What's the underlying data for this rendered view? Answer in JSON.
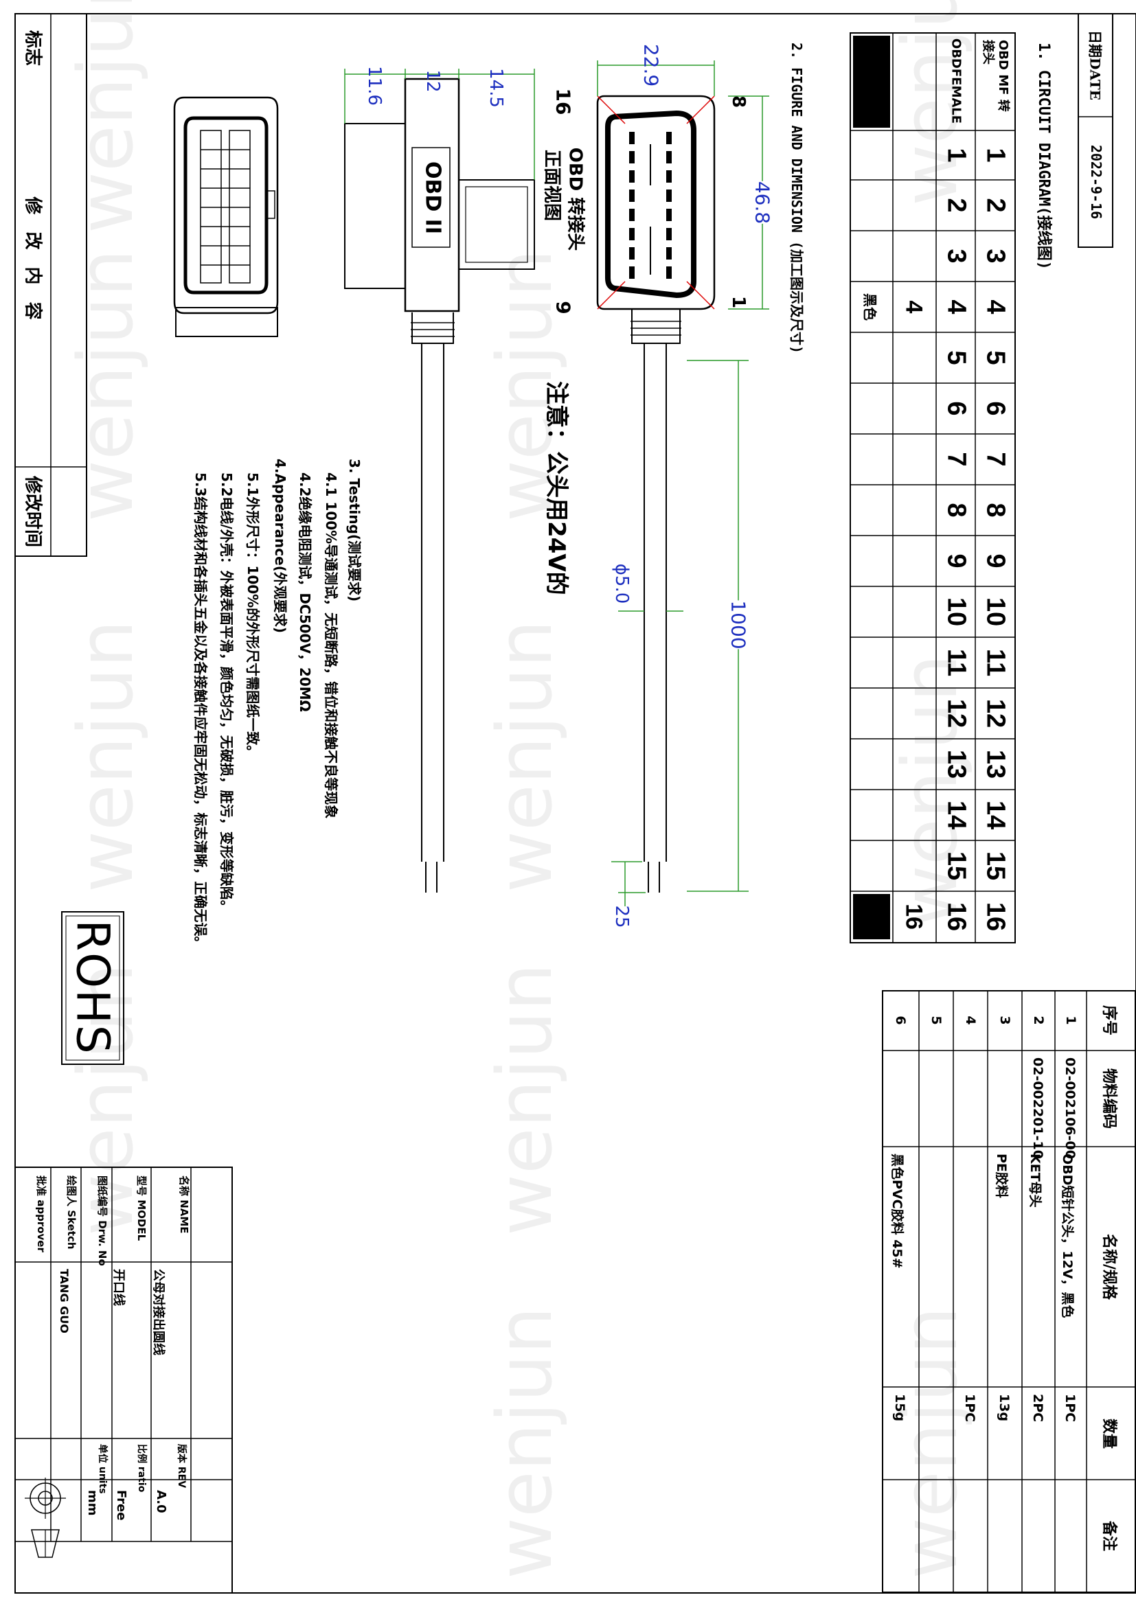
{
  "date_block": {
    "label": "日期DATE",
    "value": "2022-9-16"
  },
  "sections": {
    "circuit": "1. CIRCUIT DIAGRAM(接线图)",
    "figure": "2. FIGURE AND DIMENSION (加工图示及尺寸)",
    "testing": "3. Testing(测试要求)",
    "testing_1": "4.1 100%导通测试，无短断路，错位和接触不良等现象",
    "testing_2": "4.2绝缘电阻测试，DC500V，20MΩ",
    "appearance": "4.Appearance(外观要求)",
    "appearance_1": "5.1外形尺寸：100%的外形尺寸需图纸一致。",
    "appearance_2": "5.2电线/外壳：外被表面平滑，颜色均匀，无破损，脏污，变形等缺陷。",
    "appearance_3": "5.3结构线材和各插头五金以及各接触件应牢固无松动，标志清晰，正确无误。"
  },
  "circuit_table": {
    "row_labels": [
      "OBD MF 转接头",
      "OBDFEMALE",
      ""
    ],
    "male_pins": [
      "1",
      "2",
      "3",
      "4",
      "5",
      "6",
      "7",
      "8",
      "9",
      "10",
      "11",
      "12",
      "13",
      "14",
      "15",
      "16"
    ],
    "female_pins": [
      "1",
      "2",
      "3",
      "4",
      "5",
      "6",
      "7",
      "8",
      "9",
      "10",
      "11",
      "12",
      "13",
      "14",
      "15",
      "16"
    ],
    "wire_pins": [
      "4",
      "16"
    ],
    "color_note": "黑色"
  },
  "dimensions": {
    "width": "22.9",
    "height": "46.8",
    "cable_length": "1000",
    "cable_diameter": "ϕ5.0",
    "strip": "25",
    "side_1": "11.6",
    "side_2": "12",
    "side_3": "14.5",
    "pin_8": "8",
    "pin_1": "1",
    "pin_16": "16",
    "pin_9": "9"
  },
  "connector_text": {
    "label": "OBD II",
    "view_caption_1": "OBD 转接头",
    "view_caption_2": "正面视图",
    "note": "注意：公头用24V的"
  },
  "bom": {
    "headers": [
      "序号",
      "物料编码",
      "名称/规格",
      "数量",
      "备注"
    ],
    "rows": [
      [
        "1",
        "02-002106-00",
        "OBD短针公头，12V，黑色",
        "1PC",
        ""
      ],
      [
        "2",
        "02-002201-10",
        "KET母头",
        "2PC",
        ""
      ],
      [
        "3",
        "",
        "PE胶料",
        "13g",
        ""
      ],
      [
        "4",
        "",
        "",
        "1PC",
        ""
      ],
      [
        "5",
        "",
        "",
        "",
        ""
      ],
      [
        "6",
        "",
        "黑色PVC胶料 45#",
        "15g",
        ""
      ]
    ]
  },
  "revision": {
    "mark": "标志",
    "content": "修 改 内 容",
    "time": "修改时间"
  },
  "rohs": "ROHS",
  "title_block": {
    "name_label": "名称 NAME",
    "name_value": "公母对接出圆线",
    "model_label": "型号 MODEL",
    "model_value": "开口线",
    "drw_label": "图纸编号 Drw. No",
    "sketch_label": "绘图人 Sketch",
    "sketch_value": "TANG GUO",
    "approver_label": "批准 approver",
    "rev_label": "版本 REV",
    "rev_value": "A.0",
    "ratio_label": "比例 ratio",
    "ratio_value": "Free",
    "units_label": "单位 units",
    "units_value": "mm"
  },
  "watermark": "wenjun"
}
